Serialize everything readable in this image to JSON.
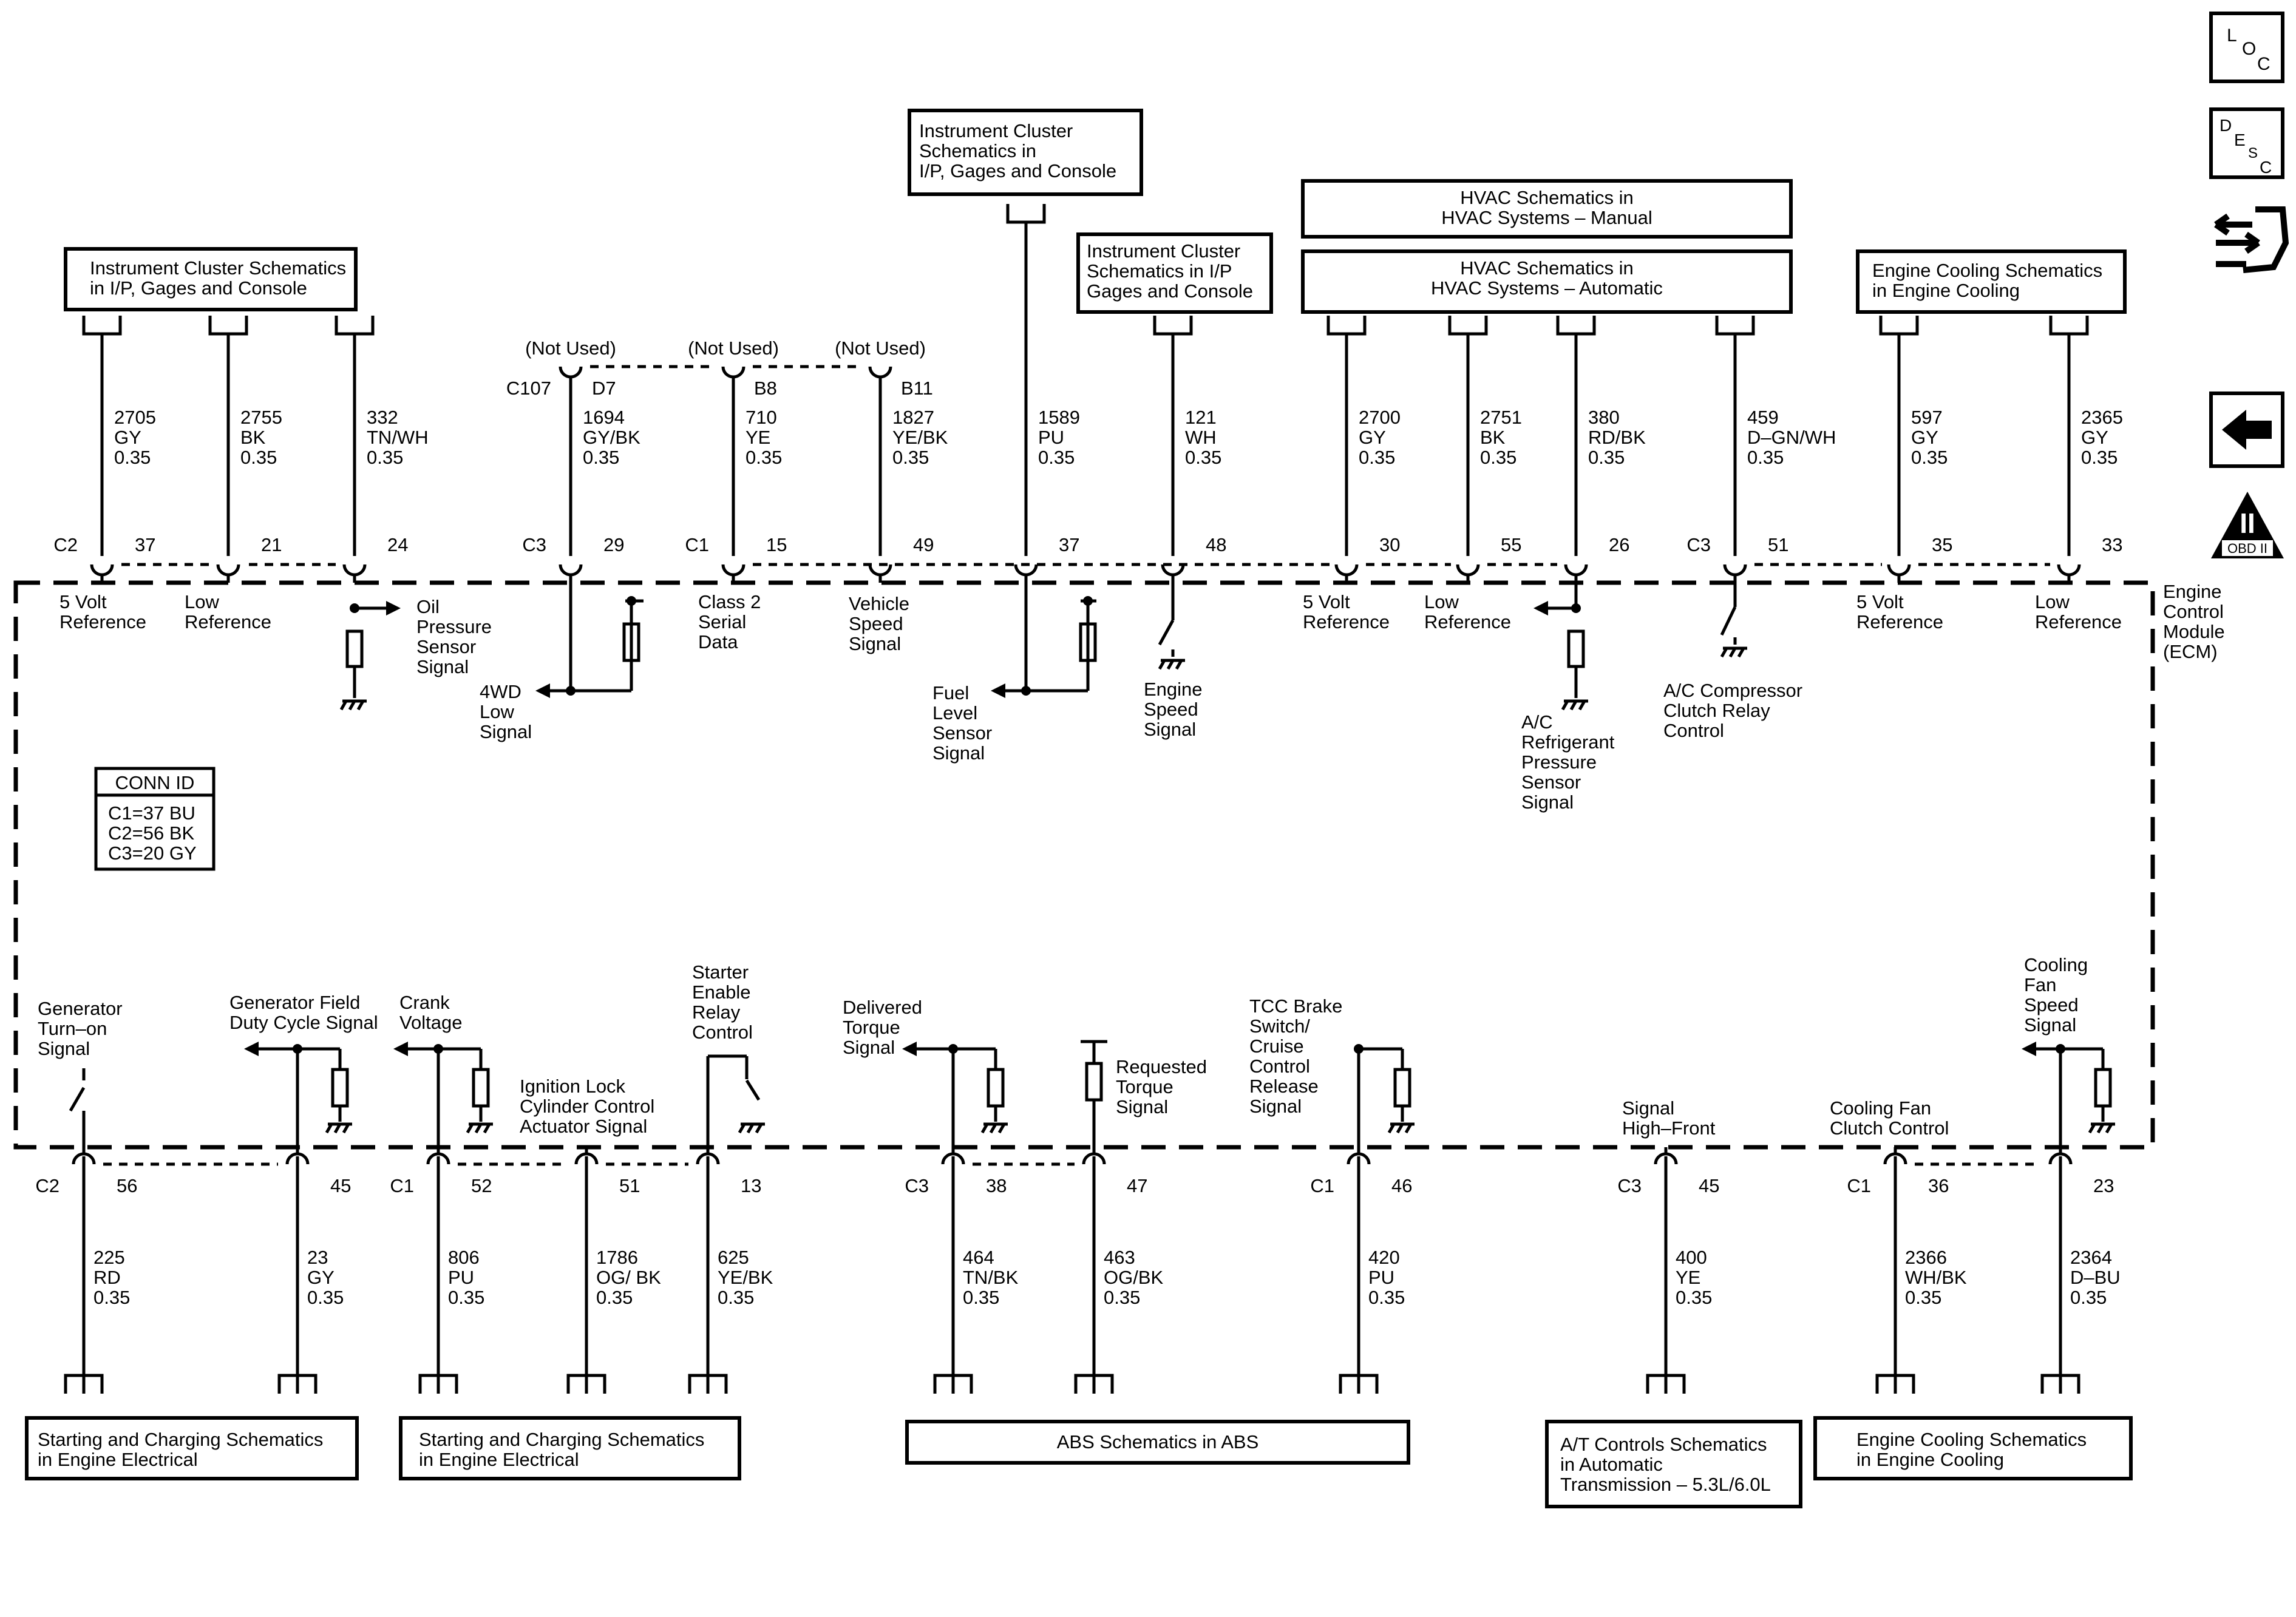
{
  "nav": {
    "loc_top": "L",
    "loc_mid": "O",
    "loc_bot": "C",
    "desc_top": "D",
    "desc_mid": "E",
    "desc_sml": "S",
    "desc_bot": "C",
    "obd_numeral": "II",
    "obd_label": "OBD II"
  },
  "module": {
    "line1": "Engine",
    "line2": "Control",
    "line3": "Module",
    "line4": "(ECM)"
  },
  "conn_id": {
    "title": "CONN ID",
    "lines": [
      "C1=37 BU",
      "C2=56 BK",
      "C3=20 GY"
    ]
  },
  "top_boxes": [
    {
      "lines": [
        "Instrument Cluster Schematics",
        "in I/P, Gages and Console"
      ]
    },
    {
      "lines": [
        "Instrument Cluster",
        "Schematics in",
        "I/P, Gages and Console"
      ]
    },
    {
      "lines": [
        "Instrument Cluster",
        "Schematics in I/P",
        "Gages and Console"
      ]
    },
    {
      "lines": [
        "HVAC Schematics in",
        "HVAC Systems – Manual"
      ]
    },
    {
      "lines": [
        "HVAC Schematics in",
        "HVAC Systems – Automatic"
      ]
    },
    {
      "lines": [
        "Engine Cooling Schematics",
        "in Engine Cooling"
      ]
    }
  ],
  "bottom_boxes": [
    {
      "lines": [
        "Starting and Charging Schematics",
        "in Engine Electrical"
      ]
    },
    {
      "lines": [
        "Starting and Charging Schematics",
        "in Engine Electrical"
      ]
    },
    {
      "lines": [
        "ABS Schematics in ABS"
      ]
    },
    {
      "lines": [
        "A/T Controls Schematics",
        "in Automatic",
        "Transmission – 5.3L/6.0L"
      ]
    },
    {
      "lines": [
        "Engine Cooling Schematics",
        "in Engine Cooling"
      ]
    }
  ],
  "not_used": [
    "(Not Used)",
    "(Not Used)",
    "(Not Used)"
  ],
  "top_pins": [
    {
      "conn": "C2",
      "pin": "37",
      "wire": [
        "2705",
        "GY",
        "0.35"
      ],
      "label": [
        "5 Volt",
        "Reference"
      ]
    },
    {
      "conn": "",
      "pin": "21",
      "wire": [
        "2755",
        "BK",
        "0.35"
      ],
      "label": [
        "Low",
        "Reference"
      ]
    },
    {
      "conn": "",
      "pin": "24",
      "wire": [
        "332",
        "TN/WH",
        "0.35"
      ],
      "label": [
        "Oil",
        "Pressure",
        "Sensor",
        "Signal"
      ]
    },
    {
      "conn": "C3",
      "pin": "29",
      "alt_conn": "C107",
      "alt_pin": "D7",
      "wire": [
        "1694",
        "GY/BK",
        "0.35"
      ],
      "label": [
        "4WD",
        "Low",
        "Signal"
      ]
    },
    {
      "conn": "C1",
      "pin": "15",
      "alt_pin": "B8",
      "wire": [
        "710",
        "YE",
        "0.35"
      ],
      "label": [
        "Class 2",
        "Serial",
        "Data"
      ]
    },
    {
      "conn": "",
      "pin": "49",
      "alt_pin": "B11",
      "wire": [
        "1827",
        "YE/BK",
        "0.35"
      ],
      "label": [
        "Vehicle",
        "Speed",
        "Signal"
      ]
    },
    {
      "conn": "",
      "pin": "37",
      "wire": [
        "1589",
        "PU",
        "0.35"
      ],
      "label": [
        "Fuel",
        "Level",
        "Sensor",
        "Signal"
      ]
    },
    {
      "conn": "",
      "pin": "48",
      "wire": [
        "121",
        "WH",
        "0.35"
      ],
      "label": [
        "Engine",
        "Speed",
        "Signal"
      ]
    },
    {
      "conn": "",
      "pin": "30",
      "wire": [
        "2700",
        "GY",
        "0.35"
      ],
      "label": [
        "5 Volt",
        "Reference"
      ]
    },
    {
      "conn": "",
      "pin": "55",
      "wire": [
        "2751",
        "BK",
        "0.35"
      ],
      "label": [
        "Low",
        "Reference"
      ]
    },
    {
      "conn": "",
      "pin": "26",
      "wire": [
        "380",
        "RD/BK",
        "0.35"
      ],
      "label": [
        "A/C",
        "Refrigerant",
        "Pressure",
        "Sensor",
        "Signal"
      ]
    },
    {
      "conn": "C3",
      "pin": "51",
      "wire": [
        "459",
        "D–GN/WH",
        "0.35"
      ],
      "label": [
        "A/C Compressor",
        "Clutch Relay",
        "Control"
      ]
    },
    {
      "conn": "",
      "pin": "35",
      "wire": [
        "597",
        "GY",
        "0.35"
      ],
      "label": [
        "5 Volt",
        "Reference"
      ]
    },
    {
      "conn": "",
      "pin": "33",
      "wire": [
        "2365",
        "GY",
        "0.35"
      ],
      "label": [
        "Low",
        "Reference"
      ]
    }
  ],
  "bottom_pins": [
    {
      "conn": "C2",
      "pin": "56",
      "wire": [
        "225",
        "RD",
        "0.35"
      ],
      "label": [
        "Generator",
        "Turn–on",
        "Signal"
      ]
    },
    {
      "conn": "",
      "pin": "45",
      "wire": [
        "23",
        "GY",
        "0.35"
      ],
      "label": [
        "Generator Field",
        "Duty Cycle Signal"
      ]
    },
    {
      "conn": "C1",
      "pin": "52",
      "wire": [
        "806",
        "PU",
        "0.35"
      ],
      "label": [
        "Crank",
        "Voltage"
      ]
    },
    {
      "conn": "",
      "pin": "51",
      "wire": [
        "1786",
        "OG/ BK",
        "0.35"
      ],
      "label": [
        "Ignition Lock",
        "Cylinder Control",
        "Actuator Signal"
      ]
    },
    {
      "conn": "",
      "pin": "13",
      "wire": [
        "625",
        "YE/BK",
        "0.35"
      ],
      "label": [
        "Starter",
        "Enable",
        "Relay",
        "Control"
      ]
    },
    {
      "conn": "C3",
      "pin": "38",
      "wire": [
        "464",
        "TN/BK",
        "0.35"
      ],
      "label": [
        "Delivered",
        "Torque",
        "Signal"
      ]
    },
    {
      "conn": "",
      "pin": "47",
      "wire": [
        "463",
        "OG/BK",
        "0.35"
      ],
      "label": [
        "Requested",
        "Torque",
        "Signal"
      ]
    },
    {
      "conn": "C1",
      "pin": "46",
      "wire": [
        "420",
        "PU",
        "0.35"
      ],
      "label": [
        "TCC Brake",
        "Switch/",
        "Cruise",
        "Control",
        "Release",
        "Signal"
      ]
    },
    {
      "conn": "C3",
      "pin": "45",
      "wire": [
        "400",
        "YE",
        "0.35"
      ],
      "label": [
        "Signal",
        "High–Front"
      ]
    },
    {
      "conn": "C1",
      "pin": "36",
      "wire": [
        "2366",
        "WH/BK",
        "0.35"
      ],
      "label": [
        "Cooling Fan",
        "Clutch Control"
      ]
    },
    {
      "conn": "",
      "pin": "23",
      "wire": [
        "2364",
        "D–BU",
        "0.35"
      ],
      "label": [
        "Cooling",
        "Fan",
        "Speed",
        "Signal"
      ]
    }
  ]
}
